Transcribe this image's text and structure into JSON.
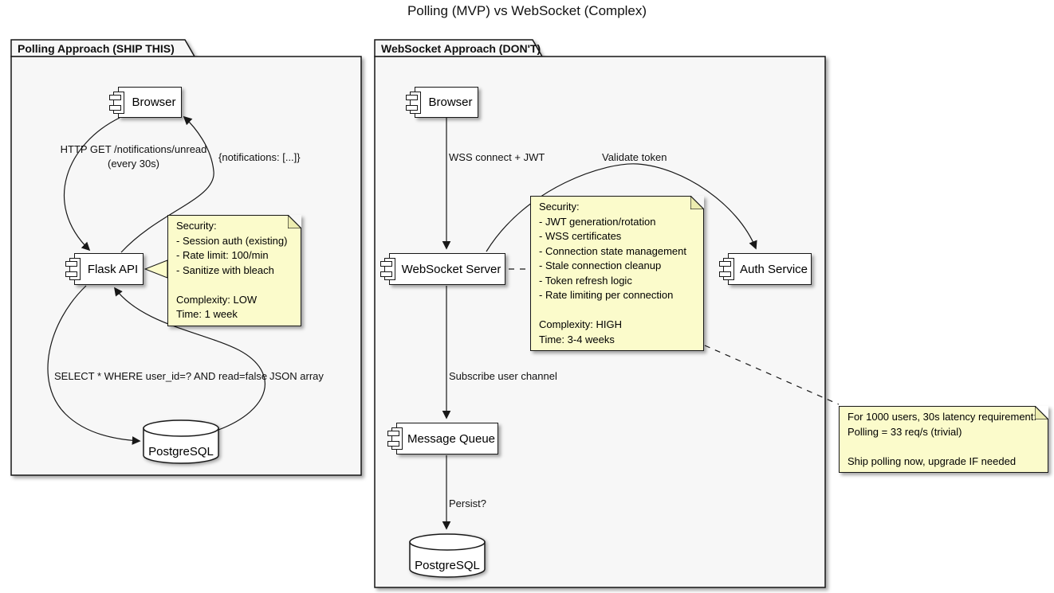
{
  "title": "Polling (MVP) vs WebSocket (Complex)",
  "colors": {
    "note_fill": "#FBFBCB",
    "package_fill": "#F7F7F7",
    "border": "#181818",
    "component_fill": "#FFFFFF"
  },
  "packages": {
    "polling": {
      "title": "Polling Approach (SHIP THIS)"
    },
    "websocket": {
      "title": "WebSocket Approach (DON'T)"
    }
  },
  "components": {
    "polling_browser": "Browser",
    "flask_api": "Flask API",
    "polling_db": "PostgreSQL",
    "ws_browser": "Browser",
    "ws_server": "WebSocket Server",
    "auth_service": "Auth Service",
    "message_queue": "Message Queue",
    "ws_db": "PostgreSQL"
  },
  "edges": {
    "http_get_line1": "HTTP GET /notifications/unread",
    "http_get_line2": "(every 30s)",
    "notifications_response": "{notifications: [...]}",
    "select_query": "SELECT * WHERE user_id=? AND read=false",
    "json_array": "JSON array",
    "wss_connect": "WSS connect + JWT",
    "validate_token": "Validate token",
    "subscribe": "Subscribe user channel",
    "persist": "Persist?"
  },
  "notes": {
    "polling_security": {
      "lines": [
        "Security:",
        "- Session auth (existing)",
        "- Rate limit: 100/min",
        "- Sanitize with bleach",
        "",
        "Complexity: LOW",
        "Time: 1 week"
      ]
    },
    "ws_security": {
      "lines": [
        "Security:",
        "- JWT generation/rotation",
        "- WSS certificates",
        "- Connection state management",
        "- Stale connection cleanup",
        "- Token refresh logic",
        "- Rate limiting per connection",
        "",
        "Complexity: HIGH",
        "Time: 3-4 weeks"
      ]
    },
    "conclusion": {
      "lines": [
        "For 1000 users, 30s latency requirement:",
        "Polling = 33 req/s (trivial)",
        "",
        "Ship polling now, upgrade IF needed"
      ]
    }
  }
}
